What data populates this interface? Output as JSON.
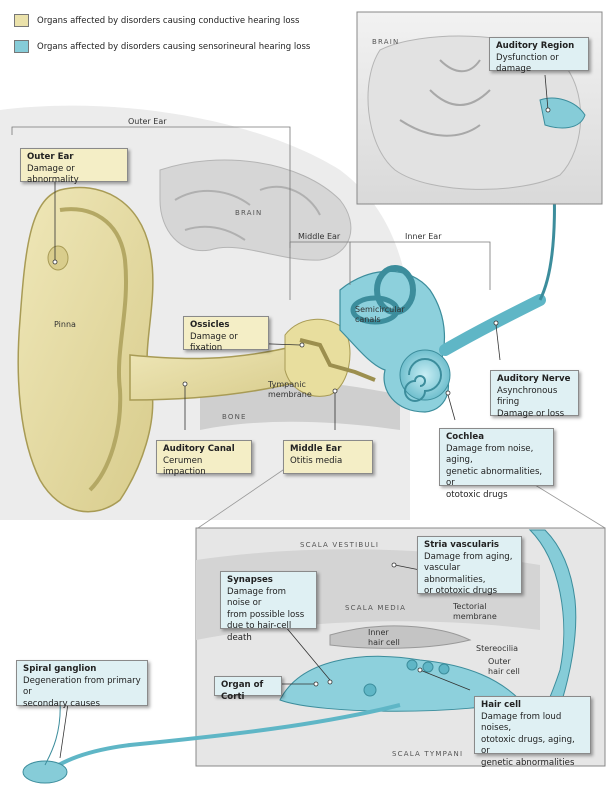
{
  "legend": {
    "conductive": {
      "label": "Organs affected by disorders causing conductive hearing loss",
      "color": "#ebe2ab"
    },
    "sensorineural": {
      "label": "Organs affected by disorders causing sensorineural hearing loss",
      "color": "#86ccd8"
    }
  },
  "region_labels": {
    "outer_ear": "Outer Ear",
    "middle_ear": "Middle Ear",
    "inner_ear": "Inner Ear",
    "brain_main": "BRAIN",
    "brain_inset": "BRAIN",
    "bone": "BONE",
    "pinna": "Pinna",
    "semicircular_canals": "Semicircular\ncanals",
    "tympanic_membrane": "Tympanic\nmembrane",
    "scala_vestibuli": "SCALA VESTIBULI",
    "scala_media": "SCALA MEDIA",
    "scala_tympani": "SCALA TYMPANI",
    "tectorial_membrane": "Tectorial\nmembrane",
    "inner_hair_cell": "Inner\nhair cell",
    "stereocilia": "Stereocilia",
    "outer_hair_cell": "Outer\nhair cell"
  },
  "callouts": {
    "auditory_region": {
      "title": "Auditory Region",
      "desc": "Dysfunction or damage"
    },
    "outer_ear": {
      "title": "Outer Ear",
      "desc": "Damage or abnormality"
    },
    "ossicles": {
      "title": "Ossicles",
      "desc": "Damage or fixation"
    },
    "auditory_nerve": {
      "title": "Auditory Nerve",
      "desc": "Asynchronous firing\nDamage or loss"
    },
    "auditory_canal": {
      "title": "Auditory Canal",
      "desc": "Cerumen impaction"
    },
    "middle_ear": {
      "title": "Middle Ear",
      "desc": "Otitis media"
    },
    "cochlea": {
      "title": "Cochlea",
      "desc": "Damage from noise, aging,\ngenetic abnormalities, or\nototoxic drugs"
    },
    "stria_vascularis": {
      "title": "Stria vascularis",
      "desc": "Damage from aging,\nvascular abnormalities,\nor ototoxic drugs"
    },
    "synapses": {
      "title": "Synapses",
      "desc": "Damage from noise or\nfrom possible loss\ndue to hair-cell death"
    },
    "organ_of_corti": {
      "title": "Organ of Corti",
      "desc": ""
    },
    "spiral_ganglion": {
      "title": "Spiral ganglion",
      "desc": "Degeneration from primary or\nsecondary causes"
    },
    "hair_cell": {
      "title": "Hair cell",
      "desc": "Damage from loud noises,\nototoxic drugs, aging, or\ngenetic abnormalities"
    }
  }
}
